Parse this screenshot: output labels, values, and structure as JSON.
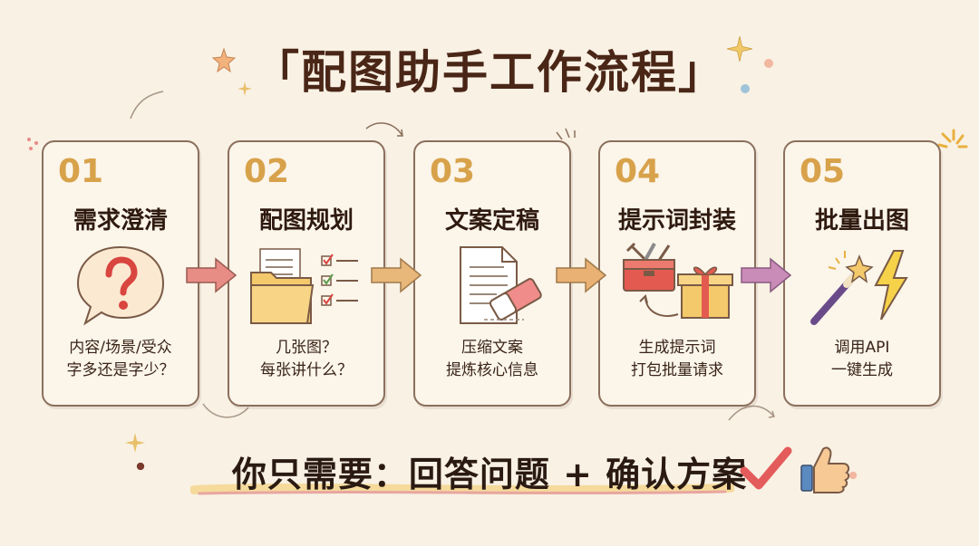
{
  "title": "「配图助手工作流程」",
  "steps": [
    {
      "num": "01",
      "title": "需求澄清",
      "icon": "question-bubble-icon",
      "desc": [
        "内容/场景/受众",
        "字多还是字少？"
      ]
    },
    {
      "num": "02",
      "title": "配图规划",
      "icon": "folder-checklist-icon",
      "desc": [
        "几张图？",
        "每张讲什么？"
      ]
    },
    {
      "num": "03",
      "title": "文案定稿",
      "icon": "document-eraser-icon",
      "desc": [
        "压缩文案",
        "提炼核心信息"
      ]
    },
    {
      "num": "04",
      "title": "提示词封装",
      "icon": "toolbox-gift-icon",
      "desc": [
        "生成提示词",
        "打包批量请求"
      ]
    },
    {
      "num": "05",
      "title": "批量出图",
      "icon": "magic-wand-lightning-icon",
      "desc": [
        "调用API",
        "一键生成"
      ]
    }
  ],
  "bottom_text": "你只需要：回答问题 + 确认方案",
  "colors": {
    "background": "#f8f1e4",
    "card_border": "#8b6f5c",
    "number": "#d8a24a",
    "arrow_1": "#e88c86",
    "arrow_2": "#e8b77a",
    "arrow_3": "#e9b173",
    "arrow_4": "#c98bb8",
    "check": "#e45b5b"
  }
}
